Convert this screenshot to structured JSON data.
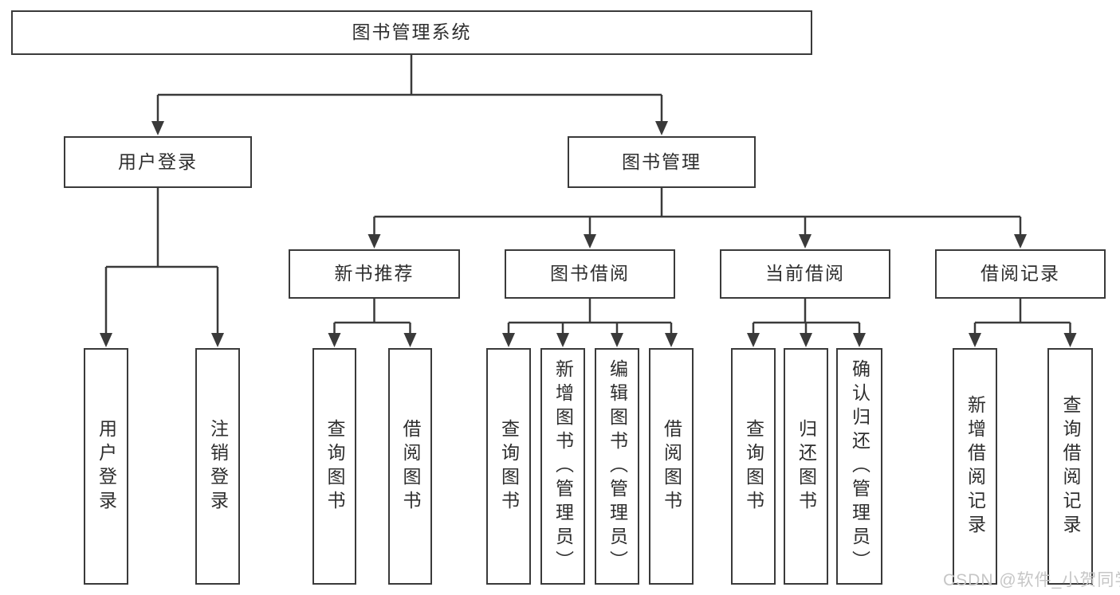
{
  "diagram": {
    "root": {
      "label": "图书管理系统",
      "children": [
        {
          "label": "用户登录",
          "children": [
            {
              "label": "用户登录"
            },
            {
              "label": "注销登录"
            }
          ]
        },
        {
          "label": "图书管理",
          "children": [
            {
              "label": "新书推荐",
              "children": [
                {
                  "label": "查询图书"
                },
                {
                  "label": "借阅图书"
                }
              ]
            },
            {
              "label": "图书借阅",
              "children": [
                {
                  "label": "查询图书"
                },
                {
                  "label": "新增图书（管理员）"
                },
                {
                  "label": "编辑图书（管理员）"
                },
                {
                  "label": "借阅图书"
                }
              ]
            },
            {
              "label": "当前借阅",
              "children": [
                {
                  "label": "查询图书"
                },
                {
                  "label": "归还图书"
                },
                {
                  "label": "确认归还（管理员）"
                }
              ]
            },
            {
              "label": "借阅记录",
              "children": [
                {
                  "label": "新增借阅记录"
                },
                {
                  "label": "查询借阅记录"
                }
              ]
            }
          ]
        }
      ]
    }
  },
  "watermark": {
    "text": "CSDN @软件_小贺同学",
    "color": "#c6c6c6"
  },
  "colors": {
    "line": "#3a3a3a",
    "box_border": "#3a3a3a",
    "text": "#2e2e2e",
    "background": "#ffffff"
  }
}
